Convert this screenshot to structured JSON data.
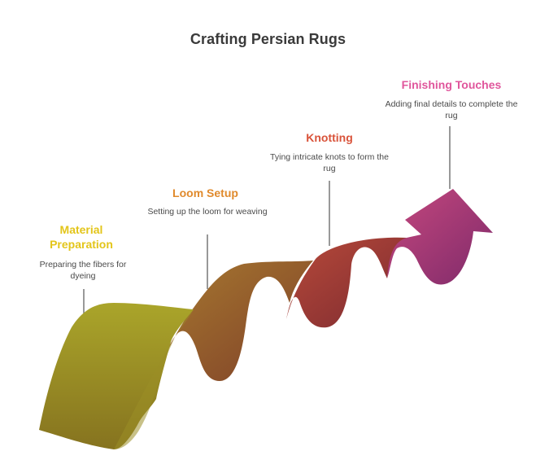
{
  "title": "Crafting Persian Rugs",
  "colors": {
    "title": "#3a3a3a",
    "desc": "#4a4a4a",
    "connector": "#555555"
  },
  "steps": [
    {
      "title": "Material Preparation",
      "description": "Preparing the fibers for dyeing",
      "title_color": "#e3c51a",
      "fill_start": "#a9a32a",
      "fill_end": "#8e7a24"
    },
    {
      "title": "Loom Setup",
      "description": "Setting up the loom for weaving",
      "title_color": "#e08a2c",
      "fill_start": "#a36e30",
      "fill_end": "#8c4a2a"
    },
    {
      "title": "Knotting",
      "description": "Tying intricate knots to form the rug",
      "title_color": "#d9533a",
      "fill_start": "#b04438",
      "fill_end": "#8a2e34"
    },
    {
      "title": "Finishing Touches",
      "description": "Adding final details to complete the rug",
      "title_color": "#e0569c",
      "fill_start": "#c0447e",
      "fill_end": "#8a2c6e"
    }
  ]
}
